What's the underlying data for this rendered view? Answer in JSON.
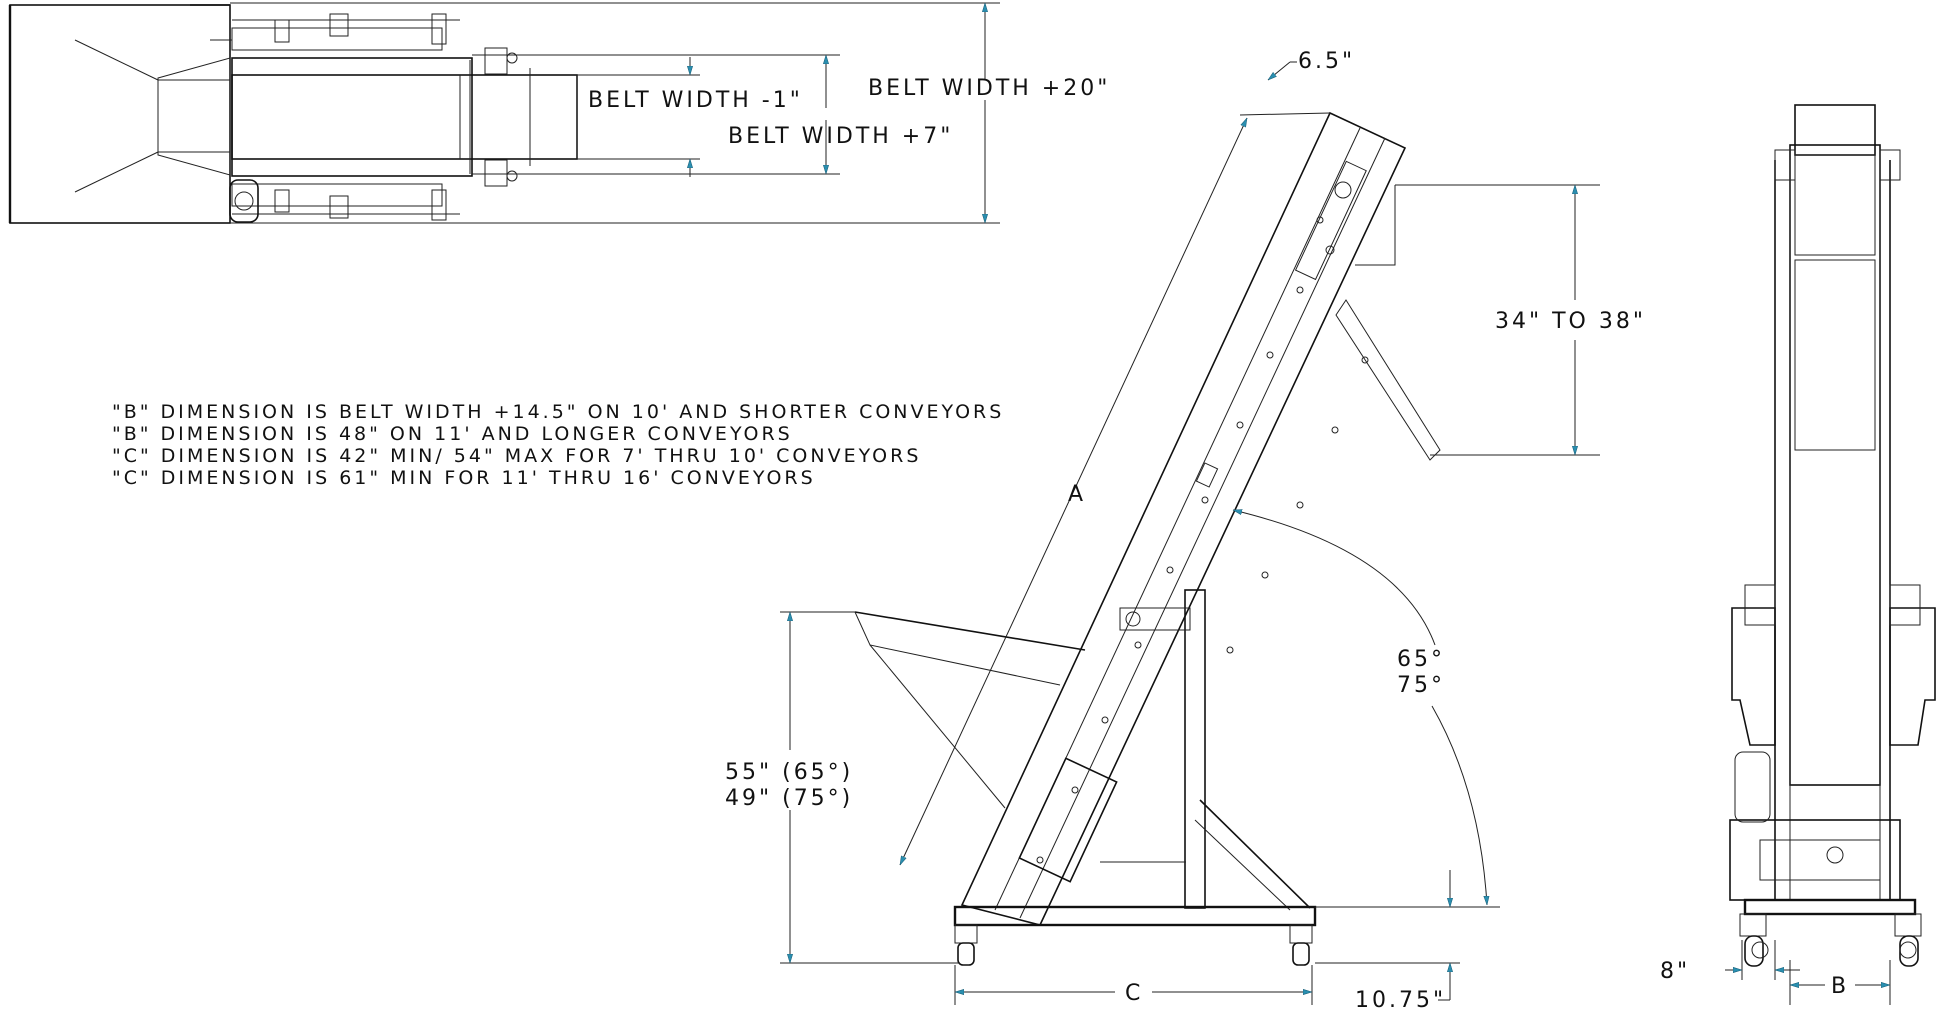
{
  "notes": [
    "\"B\" DIMENSION IS BELT WIDTH +14.5\" ON 10' AND SHORTER CONVEYORS",
    "\"B\" DIMENSION IS 48\" ON 11' AND LONGER CONVEYORS",
    "\"C\" DIMENSION IS 42\" MIN/ 54\" MAX FOR 7' THRU 10' CONVEYORS",
    "\"C\" DIMENSION IS 61\" MIN FOR 11' THRU 16' CONVEYORS"
  ],
  "top_view": {
    "belt_width_minus_1": "BELT WIDTH -1\"",
    "belt_width_plus_7": "BELT WIDTH +7\"",
    "belt_width_plus_20": "BELT WIDTH +20\""
  },
  "side_view": {
    "top_offset": "6.5\"",
    "discharge_height": "34\" TO 38\"",
    "length_label": "A",
    "angle_1": "65°",
    "angle_2": "75°",
    "infeed_height_1": "55\" (65°)",
    "infeed_height_2": "49\" (75°)",
    "base_label": "C",
    "caster_height": "10.75\""
  },
  "end_view": {
    "offset": "8\"",
    "width_label": "B"
  },
  "colors": {
    "line": "#111111",
    "dimension_arrow": "#2a8fb0",
    "background": "#ffffff"
  }
}
